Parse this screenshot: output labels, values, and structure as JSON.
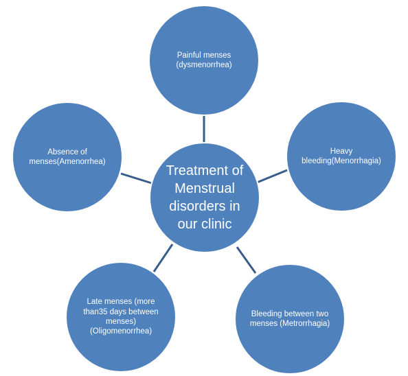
{
  "diagram": {
    "colors": {
      "node_fill": "#4f81bd",
      "connector": "#385d8a",
      "text": "#ffffff"
    },
    "center": {
      "label": "Treatment of Menstrual disorders in our clinic"
    },
    "nodes": [
      {
        "id": "dysmenorrhea",
        "label": "Painful menses (dysmenorrhea)"
      },
      {
        "id": "menorrhagia",
        "label": "Heavy bleeding(Menorrhagia)"
      },
      {
        "id": "metrorrhagia",
        "label": "Bleeding between two menses (Metrorrhagia)"
      },
      {
        "id": "oligomenorrhea",
        "label": "Late menses (more than35 days between menses) (Oligomenorrhea)"
      },
      {
        "id": "amenorrhea",
        "label": "Absence of menses(Amenorrhea)"
      }
    ]
  }
}
